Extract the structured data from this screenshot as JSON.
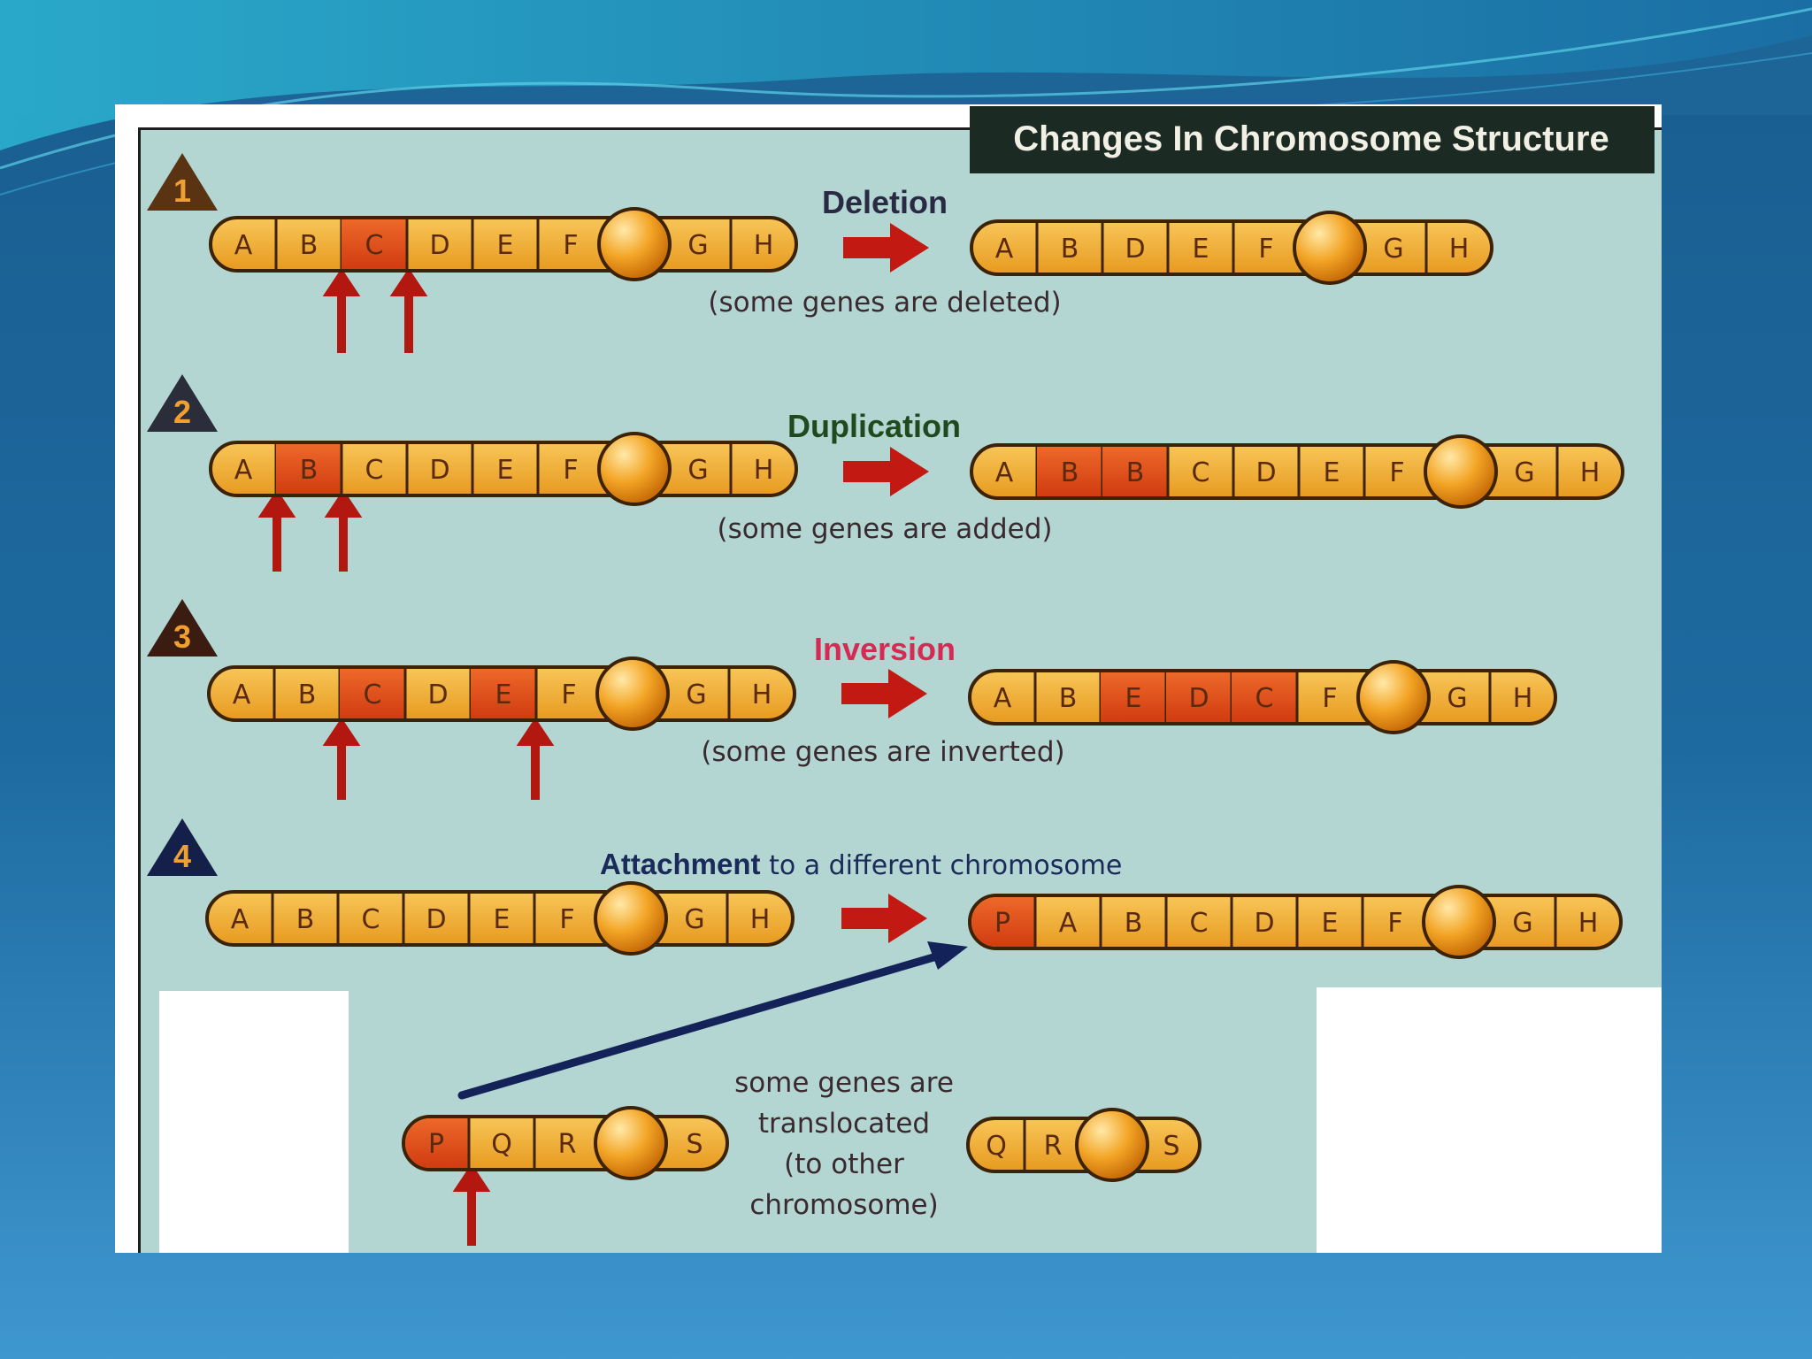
{
  "title": "Changes In Chromosome Structure",
  "colors": {
    "gene_normal": "#f1ad32",
    "gene_highlight": "#e24a17",
    "outline": "#3c2206",
    "arrow_red": "#c21a12",
    "arrow_navy": "#14225a"
  },
  "rows": [
    {
      "number": "1",
      "label": "Deletion",
      "label_color": "#2a2a44",
      "description": "(some genes are deleted)",
      "before": [
        "A",
        "B",
        "C",
        "D",
        "E",
        "F",
        "*",
        "G",
        "H"
      ],
      "before_highlight": [
        2
      ],
      "after": [
        "A",
        "B",
        "D",
        "E",
        "F",
        "*",
        "G",
        "H"
      ],
      "after_highlight": []
    },
    {
      "number": "2",
      "label": "Duplication",
      "label_color": "#1e4a1e",
      "description": "(some genes are added)",
      "before": [
        "A",
        "B",
        "C",
        "D",
        "E",
        "F",
        "*",
        "G",
        "H"
      ],
      "before_highlight": [
        1
      ],
      "after": [
        "A",
        "B",
        "B",
        "C",
        "D",
        "E",
        "F",
        "*",
        "G",
        "H"
      ],
      "after_highlight": [
        1,
        2
      ]
    },
    {
      "number": "3",
      "label": "Inversion",
      "label_color": "#d62a55",
      "description": "(some genes are inverted)",
      "before": [
        "A",
        "B",
        "C",
        "D",
        "E",
        "F",
        "*",
        "G",
        "H"
      ],
      "before_highlight": [
        2,
        4
      ],
      "after": [
        "A",
        "B",
        "E",
        "D",
        "C",
        "F",
        "*",
        "G",
        "H"
      ],
      "after_highlight": [
        2,
        3,
        4
      ]
    },
    {
      "number": "4",
      "label": "Attachment",
      "label_suffix": " to a different chromosome",
      "label_color": "#1a2a5a",
      "before": [
        "A",
        "B",
        "C",
        "D",
        "E",
        "F",
        "*",
        "G",
        "H"
      ],
      "before_highlight": [],
      "after": [
        "P",
        "A",
        "B",
        "C",
        "D",
        "E",
        "F",
        "*",
        "G",
        "H"
      ],
      "after_highlight": [
        0
      ],
      "donor": [
        "P",
        "Q",
        "R",
        "*",
        "S"
      ],
      "donor_highlight": [
        0
      ],
      "donor_after": [
        "Q",
        "R",
        "*",
        "S"
      ],
      "donor_after_highlight": [],
      "translocation_lines": [
        "some genes are",
        "translocated",
        "(to other",
        "chromosome)"
      ]
    }
  ]
}
